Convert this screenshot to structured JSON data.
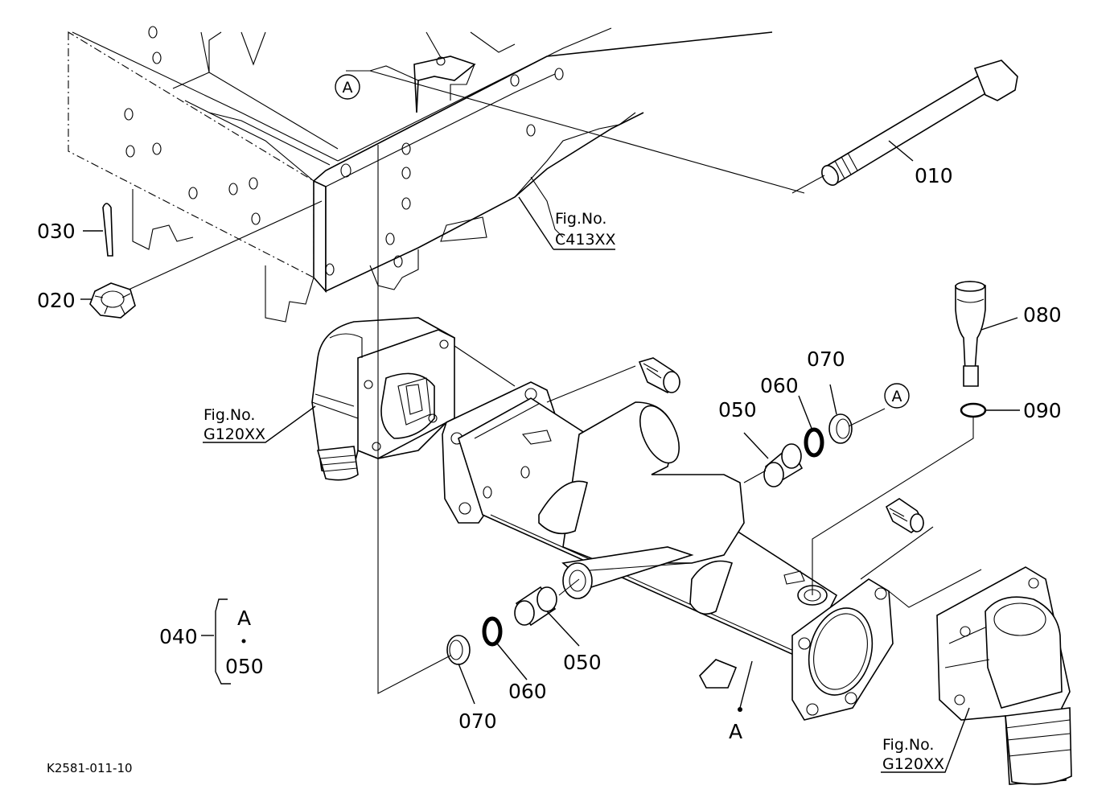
{
  "parts": [
    {
      "id": "p010",
      "label": "010"
    },
    {
      "id": "p020",
      "label": "020"
    },
    {
      "id": "p030",
      "label": "030"
    },
    {
      "id": "p040",
      "label": "040"
    },
    {
      "id": "p050a",
      "label": "050"
    },
    {
      "id": "p050b",
      "label": "050"
    },
    {
      "id": "p060a",
      "label": "060"
    },
    {
      "id": "p060b",
      "label": "060"
    },
    {
      "id": "p070a",
      "label": "070"
    },
    {
      "id": "p070b",
      "label": "070"
    },
    {
      "id": "p080",
      "label": "080"
    },
    {
      "id": "p090",
      "label": "090"
    }
  ],
  "refs": {
    "c413": {
      "line1": "Fig.No.",
      "line2": "C413XX"
    },
    "g120_left": {
      "line1": "Fig.No.",
      "line2": "G120XX"
    },
    "g120_right": {
      "line1": "Fig.No.",
      "line2": "G120XX"
    }
  },
  "markers": {
    "a_top": "A",
    "a_right": "A",
    "a_axle": "A",
    "kit_a": "A",
    "kit_050": "050"
  },
  "drawing_code": "K2581-011-10"
}
